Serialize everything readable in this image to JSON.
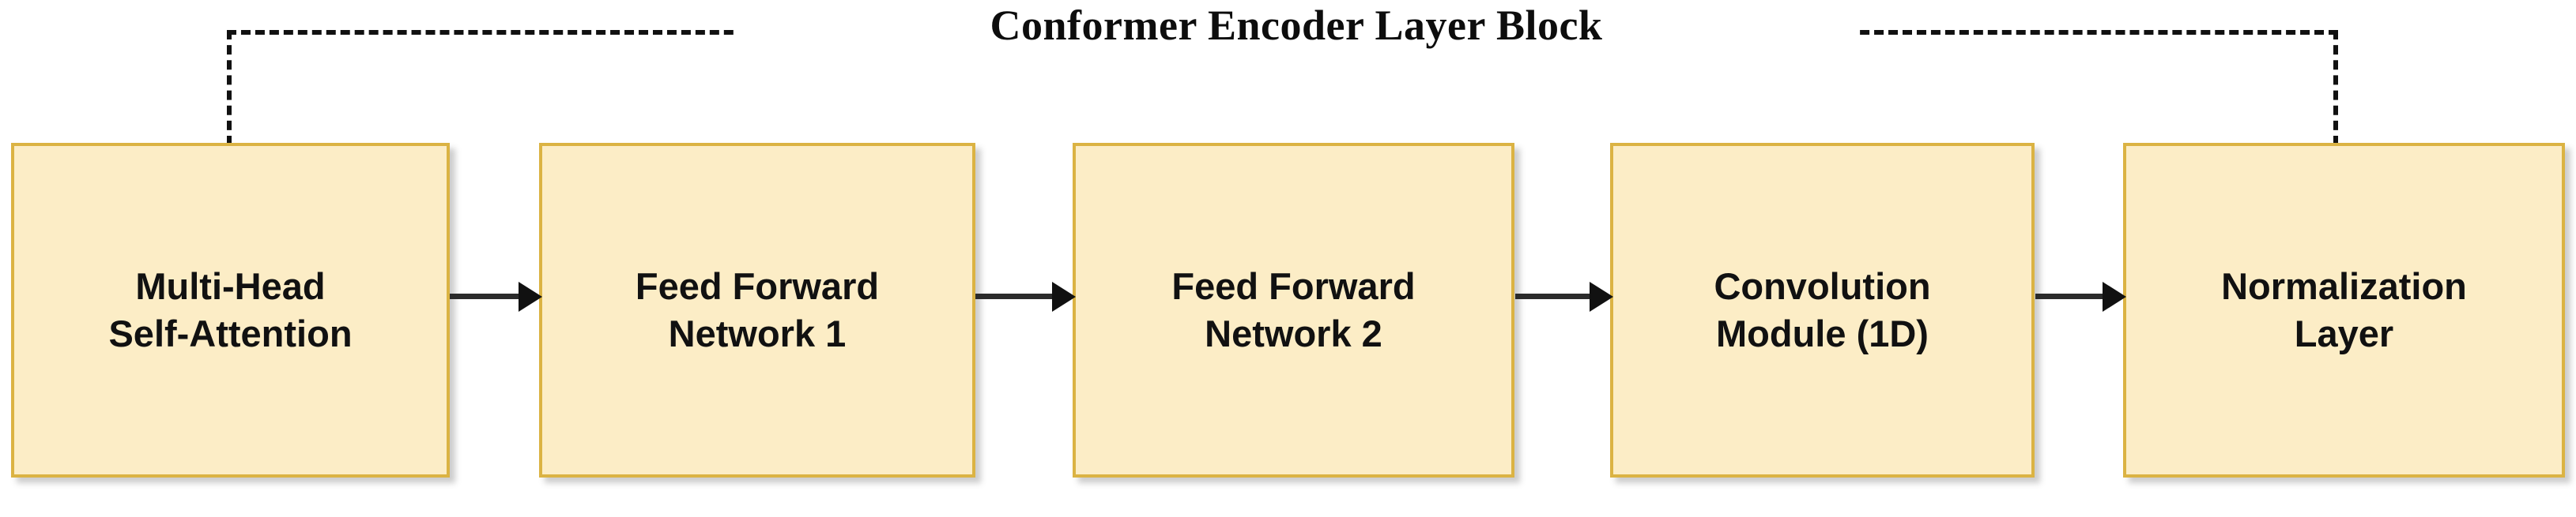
{
  "diagram": {
    "title": "Conformer Encoder Layer Block",
    "bracket": {
      "style": "dashed",
      "color": "#111111",
      "spans_from_node": 0,
      "spans_to_node": 4
    },
    "palette": {
      "node_fill": "#fcedc6",
      "node_border": "#dbb343",
      "text": "#111111",
      "arrow": "#2b2b2b",
      "background": "#ffffff"
    },
    "nodes": [
      {
        "id": "multi-head-self-attention",
        "label": "Multi-Head\nSelf-Attention"
      },
      {
        "id": "feed-forward-network-1",
        "label": "Feed Forward\nNetwork 1"
      },
      {
        "id": "feed-forward-network-2",
        "label": "Feed Forward\nNetwork 2"
      },
      {
        "id": "convolution-module-1d",
        "label": "Convolution\nModule (1D)"
      },
      {
        "id": "normalization-layer",
        "label": "Normalization\nLayer"
      }
    ],
    "edges": [
      {
        "id": "edge-0",
        "from": "multi-head-self-attention",
        "to": "feed-forward-network-1",
        "type": "arrow"
      },
      {
        "id": "edge-1",
        "from": "feed-forward-network-1",
        "to": "feed-forward-network-2",
        "type": "arrow"
      },
      {
        "id": "edge-2",
        "from": "feed-forward-network-2",
        "to": "convolution-module-1d",
        "type": "arrow"
      },
      {
        "id": "edge-3",
        "from": "convolution-module-1d",
        "to": "normalization-layer",
        "type": "arrow"
      }
    ]
  }
}
